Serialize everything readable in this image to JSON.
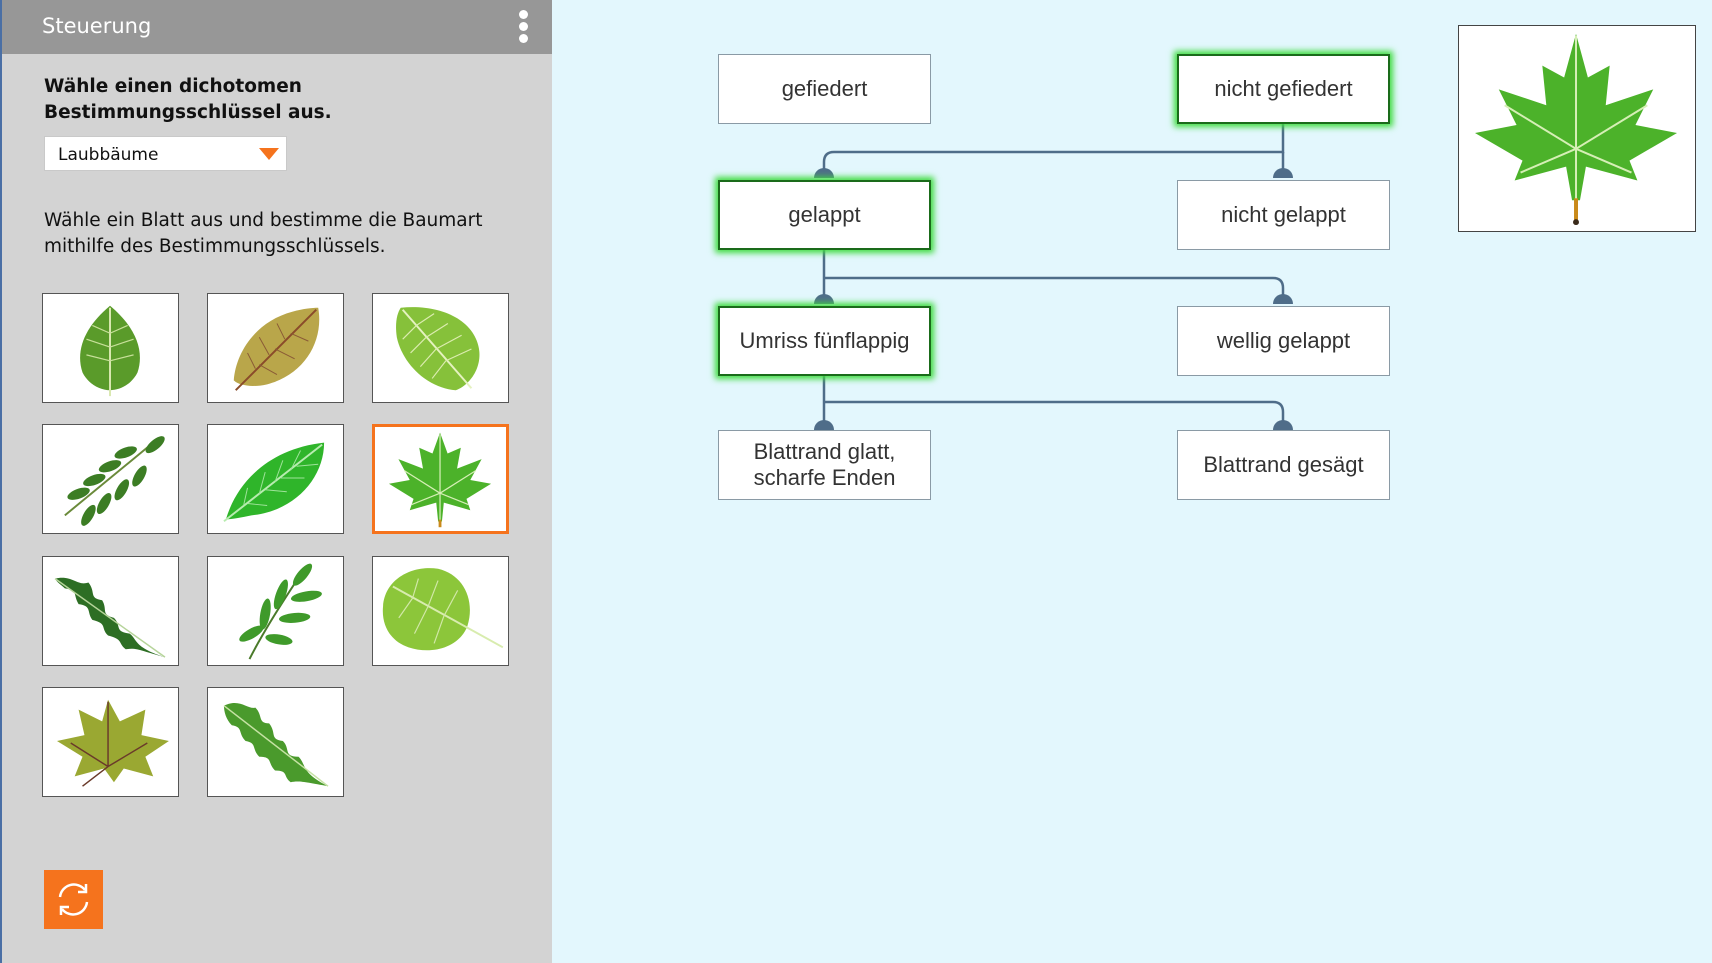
{
  "panel": {
    "title": "Steuerung",
    "menu_icon": "more-vertical-icon",
    "key_heading": "Wähle einen dichotomen Bestimmungsschlüssel aus.",
    "key_select": {
      "selected": "Laubbäume"
    },
    "leaf_instruction": "Wähle ein Blatt aus und bestimme die Baumart mithilfe des Bestimmungsschlüssels.",
    "leaves": [
      {
        "name": "birch-leaf",
        "selected": false
      },
      {
        "name": "beech-leaf-brown",
        "selected": false
      },
      {
        "name": "hornbeam-leaf",
        "selected": false
      },
      {
        "name": "rowan-compound-leaf",
        "selected": false
      },
      {
        "name": "beech-leaf-green",
        "selected": false
      },
      {
        "name": "maple-leaf",
        "selected": true
      },
      {
        "name": "oak-leaf-dark",
        "selected": false
      },
      {
        "name": "ash-compound-leaf",
        "selected": false
      },
      {
        "name": "linden-leaf",
        "selected": false
      },
      {
        "name": "sycamore-leaf-yellow",
        "selected": false
      },
      {
        "name": "oak-leaf-green",
        "selected": false
      }
    ],
    "reset_icon": "refresh-icon"
  },
  "tree": {
    "level1": {
      "left": "gefiedert",
      "right": "nicht gefiedert"
    },
    "level2": {
      "left": "gelappt",
      "right": "nicht gelappt"
    },
    "level3": {
      "left": "Umriss fünflappig",
      "right": "wellig gelappt"
    },
    "level4": {
      "left": "Blattrand glatt, scharfe Enden",
      "right": "Blattrand gesägt"
    },
    "active_path": [
      "nicht gefiedert",
      "gelappt",
      "Umriss fünflappig"
    ]
  },
  "preview": {
    "icon": "maple-leaf-icon"
  },
  "colors": {
    "accent": "#f5731d",
    "active_glow": "#3fdc3f",
    "line": "#4f6d89",
    "panel": "#d3d3d3",
    "canvas": "#e3f7fd"
  }
}
